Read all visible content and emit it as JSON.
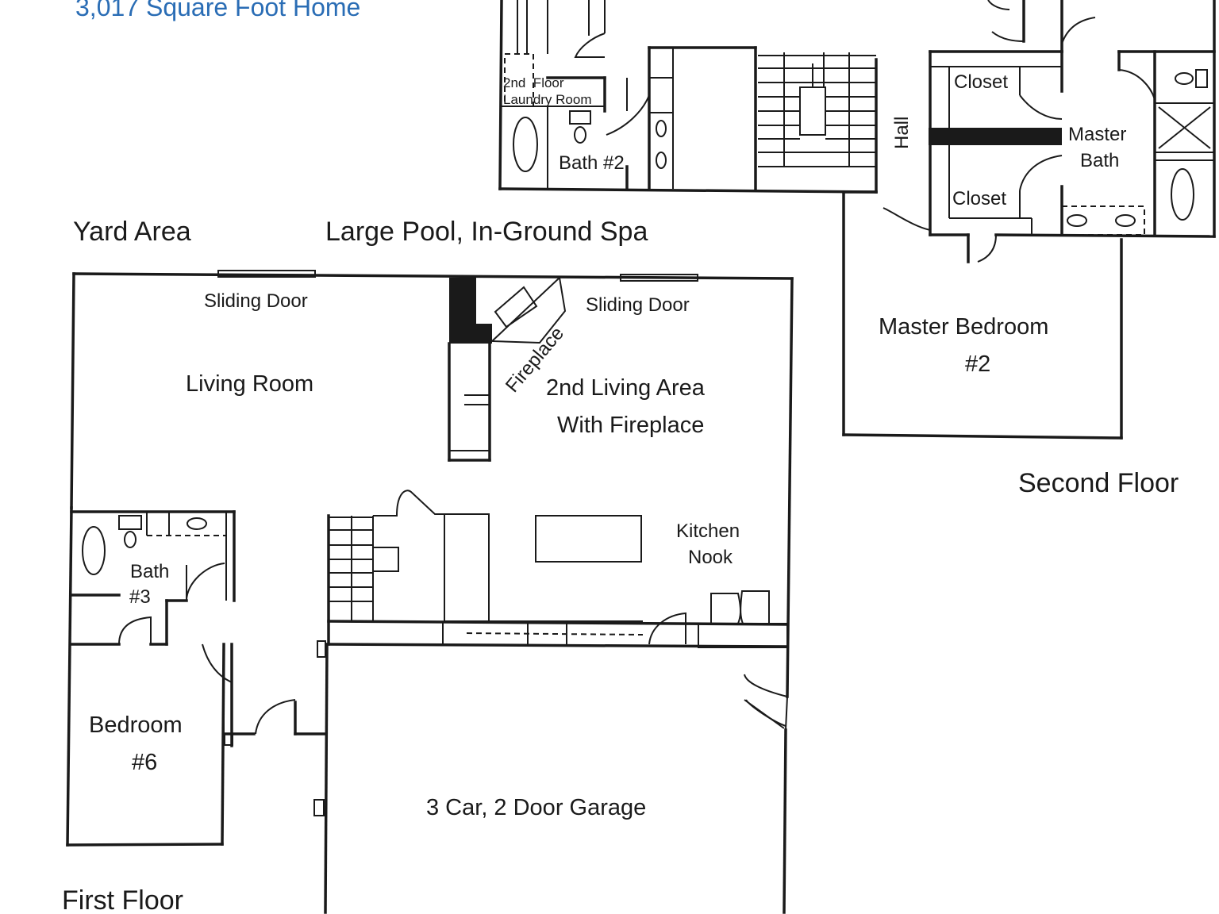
{
  "header": {
    "title": "3,017 Square Foot Home"
  },
  "colors": {
    "title": "#2a6db5",
    "line": "#1a1a1a",
    "background": "#ffffff"
  },
  "labels": {
    "yard_area": "Yard Area",
    "pool": "Large Pool, In-Ground Spa",
    "sliding_door_1": "Sliding Door",
    "sliding_door_2": "Sliding Door",
    "living_room": "Living Room",
    "fireplace": "Fireplace",
    "second_living_line1": "2nd Living Area",
    "second_living_line2": "With Fireplace",
    "kitchen_line1": "Kitchen",
    "kitchen_line2": "Nook",
    "bath3_line1": "Bath",
    "bath3_line2": "#3",
    "bedroom6_line1": "Bedroom",
    "bedroom6_line2": "#6",
    "garage": "3 Car, 2 Door Garage",
    "first_floor": "First Floor",
    "laundry_line1": "2nd  Floor",
    "laundry_line2": "Laundry Room",
    "bath2": "Bath #2",
    "hall": "Hall",
    "closet_1": "Closet",
    "closet_2": "Closet",
    "master_bath_line1": "Master",
    "master_bath_line2": "Bath",
    "master_bed_line1": "Master Bedroom",
    "master_bed_line2": "#2",
    "second_floor": "Second Floor"
  }
}
